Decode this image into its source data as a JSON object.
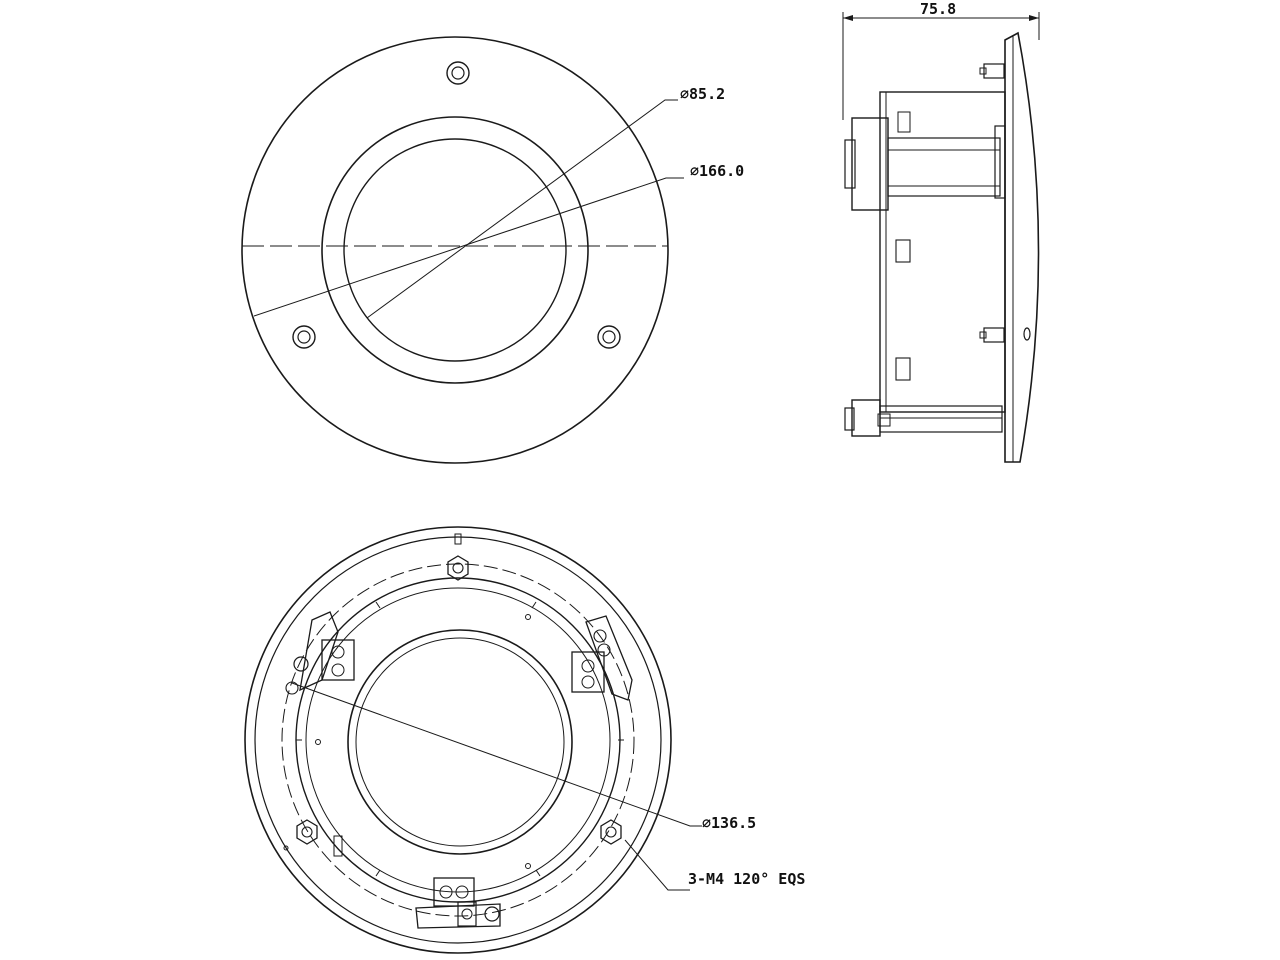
{
  "dimensions": {
    "inner_diameter": "∅85.2",
    "outer_diameter": "∅166.0",
    "side_depth": "75.8",
    "mount_ring_diameter": "∅136.5",
    "screw_note": "3-M4 120° EQS"
  },
  "colors": {
    "line": "#1a1a1a",
    "background": "#ffffff"
  }
}
